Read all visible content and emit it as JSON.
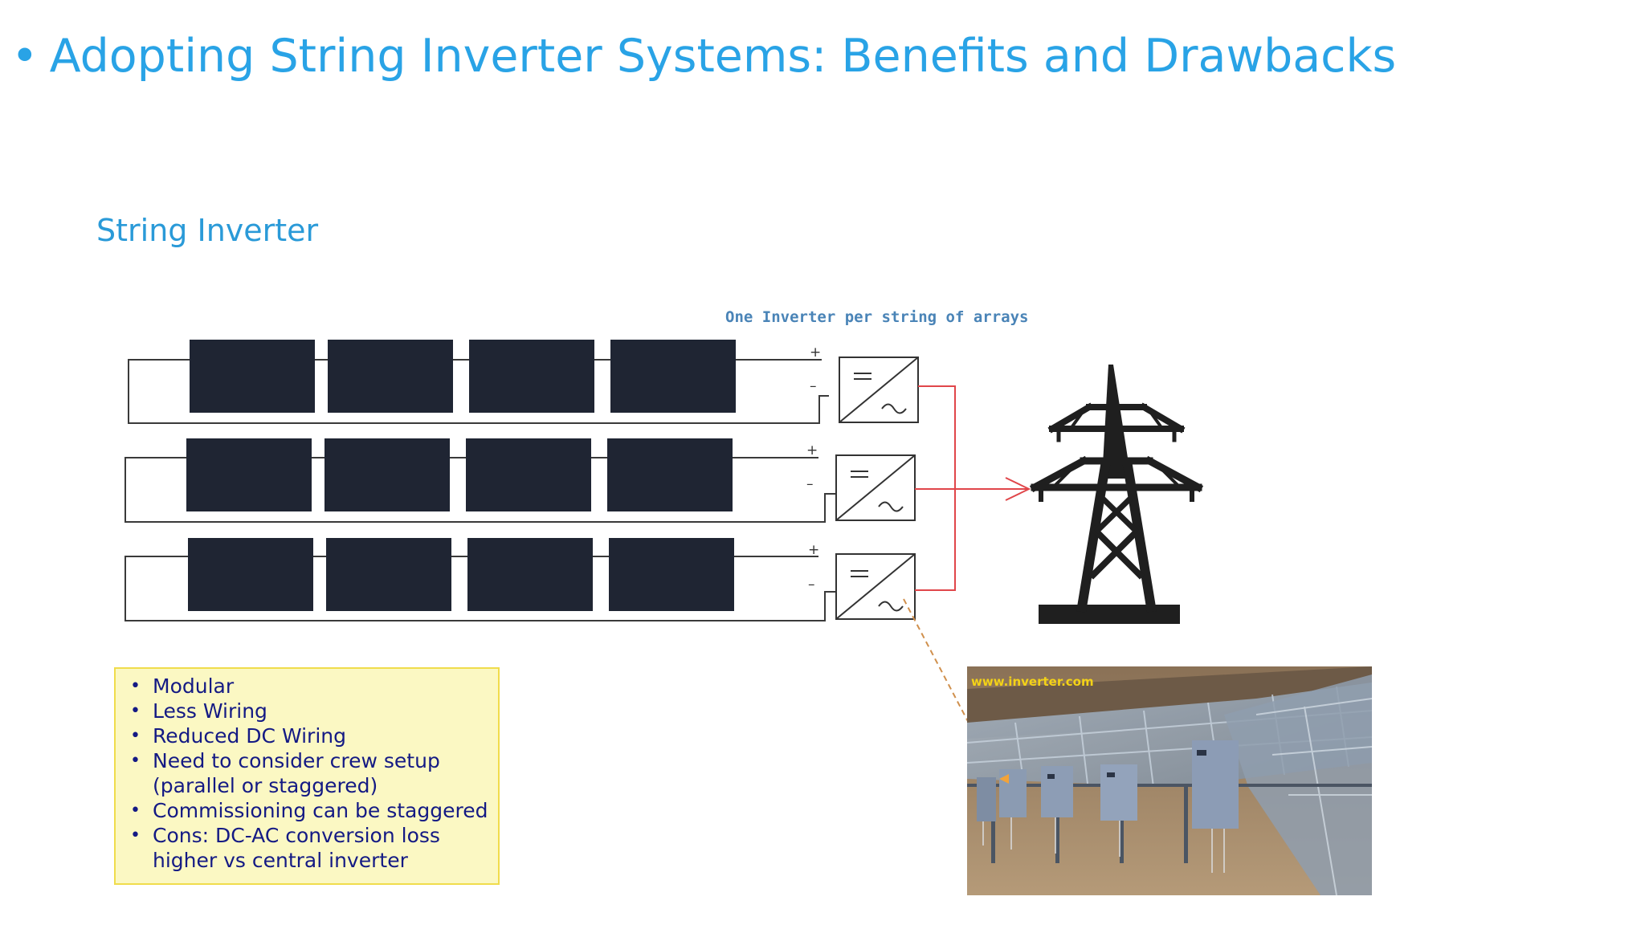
{
  "slide": {
    "title": "Adopting String Inverter Systems: Benefits and Drawbacks",
    "subtitle": "String Inverter"
  },
  "diagram": {
    "caption": "One Inverter per string of arrays",
    "strings": [
      {
        "plus": "+",
        "minus": "–"
      },
      {
        "plus": "+",
        "minus": "–"
      },
      {
        "plus": "+",
        "minus": "–"
      }
    ]
  },
  "notes": {
    "items": [
      "Modular",
      "Less Wiring",
      "Reduced DC Wiring",
      "Need to consider crew setup (parallel or staggered)",
      "Commissioning can be staggered",
      "Cons: DC-AC conversion loss higher vs central inverter"
    ]
  },
  "photo": {
    "watermark": "www.inverter.com"
  },
  "colors": {
    "title": "#29a3e6",
    "panel": "#1f2533",
    "ac_line": "#e0464a",
    "notes_bg": "#fbf8c3",
    "notes_border": "#f0dc4c",
    "notes_text": "#141a84"
  }
}
